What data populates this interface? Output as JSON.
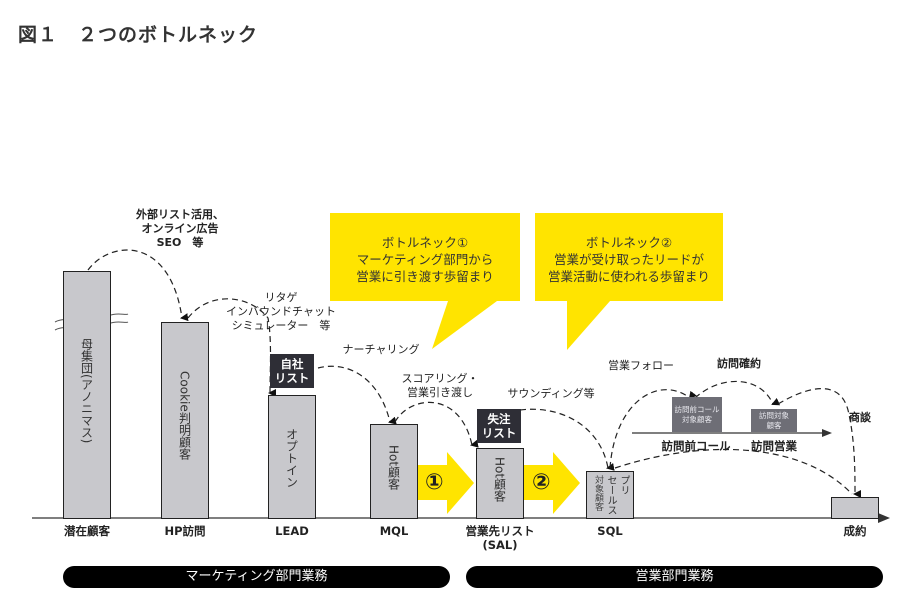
{
  "title": "図１　２つのボトルネック",
  "stages": [
    {
      "label": "潜在顧客",
      "bar_text": "母集団(アノニマス)"
    },
    {
      "label": "HP訪問",
      "bar_text": "Cookie判明顧客"
    },
    {
      "label": "LEAD",
      "bar_text": "オプトイン"
    },
    {
      "label": "MQL",
      "bar_text": "Hot顧客"
    },
    {
      "label": "営業先リスト",
      "label2": "(SAL)",
      "bar_text": "Hot顧客"
    },
    {
      "label": "SQL",
      "bar_text_col1": "プリ",
      "bar_text_col2": "セールス",
      "bar_text_col3": "対象顧客"
    },
    {
      "label": "成約"
    }
  ],
  "notes": {
    "external": [
      "外部リスト活用、",
      "オンライン広告",
      "SEO　等"
    ],
    "retarget": [
      "リタゲ",
      "インバウンドチャット",
      "シミュレーター　等"
    ],
    "nurturing": "ナーチャリング",
    "scoring": [
      "スコアリング・",
      "営業引き渡し"
    ],
    "sounding": "サウンディング等",
    "sales_follow": "営業フォロー",
    "visit_confirm": "訪問確約",
    "negotiation": "商談"
  },
  "tags": {
    "own_list": [
      "自社",
      "リスト"
    ],
    "target_list": [
      "失注",
      "リスト"
    ]
  },
  "callouts": [
    {
      "lines": [
        "ボトルネック①",
        "マーケティング部門から",
        "営業に引き渡す歩留まり"
      ]
    },
    {
      "lines": [
        "ボトルネック②",
        "営業が受け取ったリードが",
        "営業活動に使われる歩留まり"
      ]
    }
  ],
  "arrows": [
    {
      "label": "①"
    },
    {
      "label": "②"
    }
  ],
  "sub_process": {
    "boxes": [
      {
        "lines": [
          "訪問前コール",
          "対象顧客"
        ]
      },
      {
        "lines": [
          "訪問対象",
          "顧客"
        ]
      }
    ],
    "labels": [
      "訪問前コール",
      "訪問営業"
    ]
  },
  "departments": {
    "marketing": "マーケティング部門業務",
    "sales": "営業部門業務"
  },
  "colors": {
    "callout": "#ffe400",
    "bar": "#c8c8cc",
    "tag": "#2e2e36",
    "pill": "#000000"
  }
}
